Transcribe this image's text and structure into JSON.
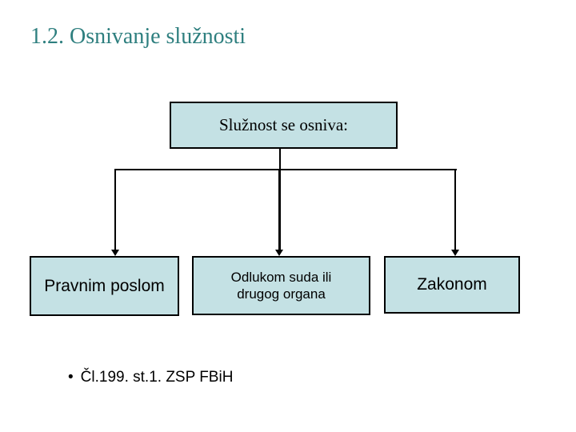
{
  "slide": {
    "title": "1.2. Osnivanje služnosti",
    "root_box": {
      "label": "Služnost se osniva:"
    },
    "branch_boxes": [
      {
        "lines": [
          "Pravnim poslom"
        ]
      },
      {
        "lines": [
          "Odlukom suda ili",
          "drugog organa"
        ]
      },
      {
        "lines": [
          "Zakonom"
        ]
      }
    ],
    "footnote": {
      "marker": "•",
      "text": "Čl.199. st.1. ZSP FBiH"
    },
    "colors": {
      "title_text": "#2E7F7F",
      "box_fill": "#C4E1E4",
      "box_border": "#000000",
      "connector": "#000000",
      "background": "#FFFFFF"
    }
  }
}
